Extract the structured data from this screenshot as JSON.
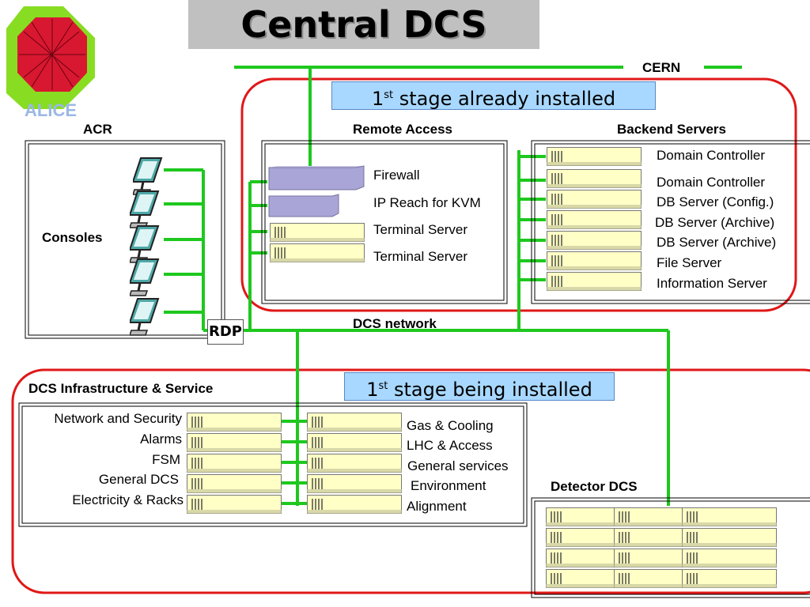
{
  "title": "Central DCS",
  "logo": {
    "text": "ALICE"
  },
  "stage_installed": {
    "prefix": "1",
    "sup": "st",
    "suffix": " stage already installed"
  },
  "stage_installing": {
    "prefix": "1",
    "sup": "st",
    "suffix": " stage being installed"
  },
  "network": {
    "cern": "CERN",
    "dcs": "DCS network",
    "rdp": "RDP"
  },
  "acr": {
    "title": "ACR",
    "consoles": "Consoles"
  },
  "remote_access": {
    "title": "Remote Access",
    "items": [
      "Firewall",
      "IP Reach for KVM",
      "Terminal Server",
      "Terminal Server"
    ]
  },
  "backend": {
    "title": "Backend Servers",
    "items": [
      "Domain Controller",
      "Domain Controller",
      "DB Server (Config.)",
      "DB Server (Archive)",
      "DB Server (Archive)",
      "File Server",
      "Information Server"
    ]
  },
  "infrastructure": {
    "title": "DCS Infrastructure & Service",
    "left_items": [
      "Network and Security",
      "Alarms",
      "FSM",
      "General DCS",
      "Electricity & Racks"
    ],
    "right_items": [
      "Gas & Cooling",
      "LHC & Access",
      "General services",
      "Environment",
      "Alignment"
    ]
  },
  "detector": {
    "title": "Detector DCS"
  },
  "colors": {
    "network": "#1ec81e",
    "stage_region": "#e01818",
    "server": "#ffffc6",
    "firewall": "#a9a5d6",
    "monitor": "#4fa8a8",
    "stage_label": "#a8d8ff"
  }
}
